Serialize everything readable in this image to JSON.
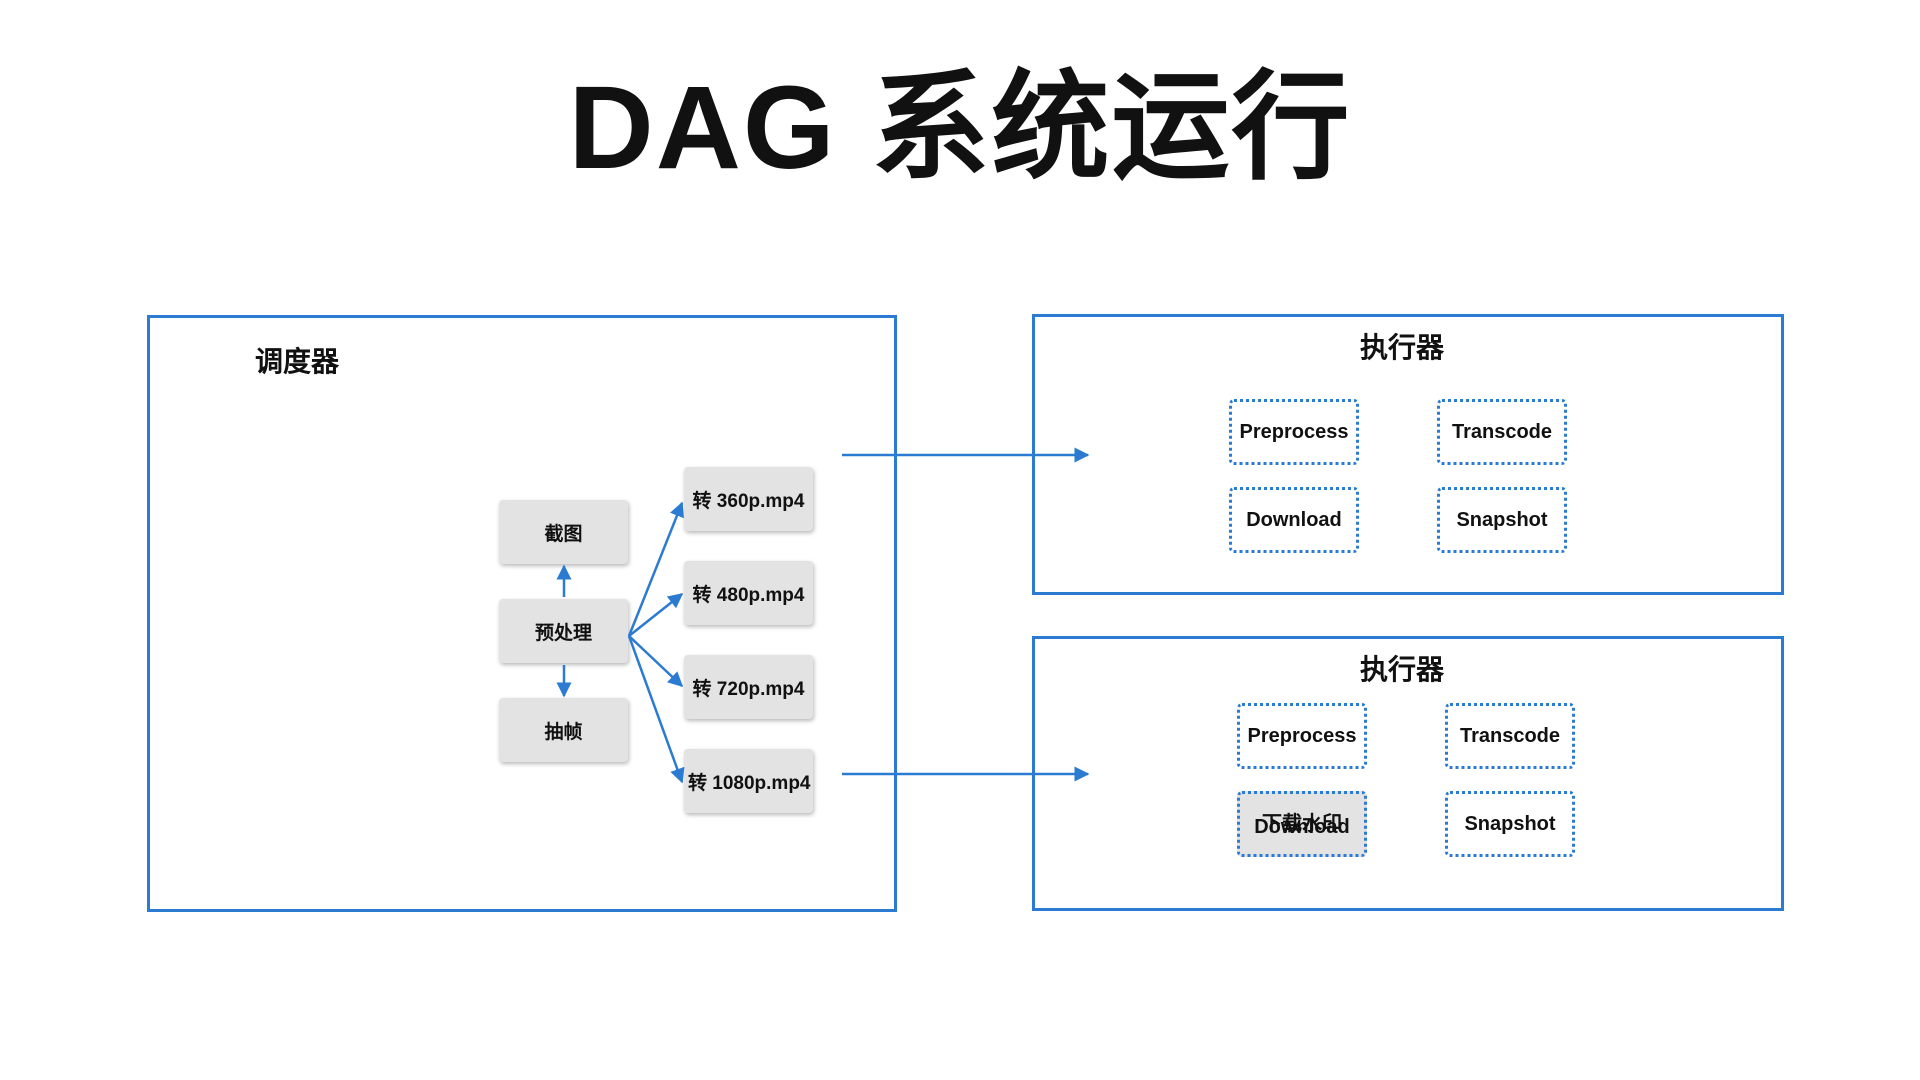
{
  "title": "DAG 系统运行",
  "scheduler": {
    "label": "调度器",
    "nodes": {
      "screenshot": "截图",
      "preprocess": "预处理",
      "frame_extract": "抽帧",
      "t360": "转 360p.mp4",
      "t480": "转 480p.mp4",
      "t720": "转 720p.mp4",
      "t1080": "转 1080p.mp4"
    }
  },
  "executors": [
    {
      "label": "执行器",
      "workers": [
        "Preprocess",
        "Transcode",
        "Download",
        "Snapshot"
      ]
    },
    {
      "label": "执行器",
      "workers": [
        "Preprocess",
        "Transcode",
        "Download",
        "Snapshot"
      ],
      "download_overlay": "下载水印"
    }
  ],
  "colors": {
    "accent": "#2a7bd1",
    "node_fill": "#e3e3e3"
  }
}
